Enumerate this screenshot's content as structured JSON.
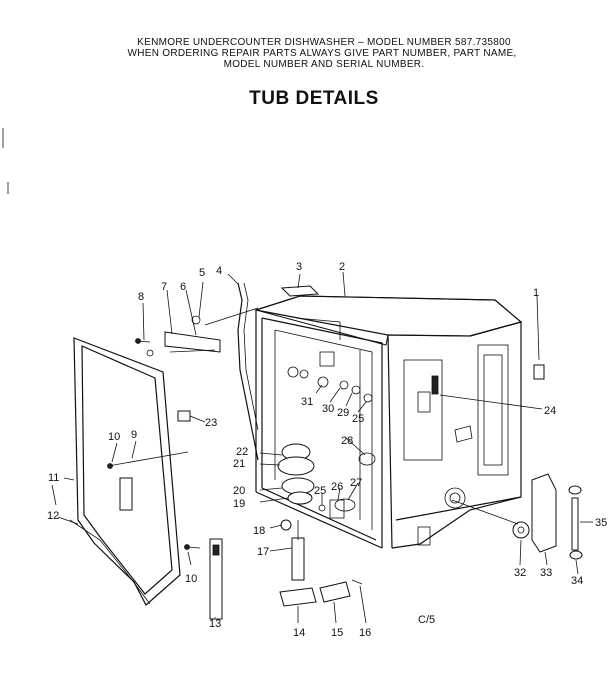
{
  "header": {
    "line1": "KENMORE UNDERCOUNTER DISHWASHER – MODEL NUMBER 587.735800",
    "line2": "WHEN ORDERING REPAIR PARTS ALWAYS GIVE PART NUMBER, PART NAME,",
    "line3": "MODEL NUMBER AND SERIAL NUMBER."
  },
  "title": "TUB DETAILS",
  "callouts": [
    "1",
    "2",
    "3",
    "4",
    "5",
    "6",
    "7",
    "8",
    "9",
    "10",
    "11",
    "12",
    "13",
    "14",
    "15",
    "16",
    "17",
    "18",
    "19",
    "20",
    "21",
    "22",
    "23",
    "24",
    "25",
    "26",
    "27",
    "28",
    "29",
    "30",
    "31",
    "32",
    "33",
    "34",
    "35",
    "10",
    "25"
  ],
  "footer_code": "C/5"
}
